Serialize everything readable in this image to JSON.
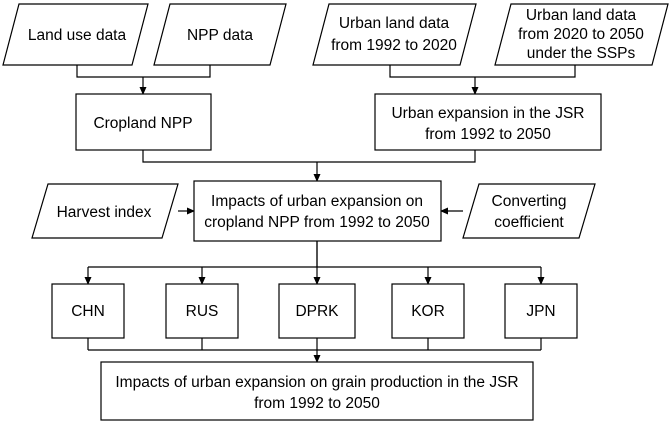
{
  "inputs": {
    "land_use": "Land use data",
    "npp": "NPP data",
    "urban_hist": [
      "Urban land data",
      "from 1992 to 2020"
    ],
    "urban_ssp": [
      "Urban land data",
      "from 2020 to 2050",
      "under the SSPs"
    ],
    "harvest_index": "Harvest index",
    "converting": [
      "Converting",
      "coefficient"
    ]
  },
  "process": {
    "cropland_npp": "Cropland NPP",
    "urban_expansion": [
      "Urban expansion in the JSR",
      "from 1992 to 2050"
    ],
    "impacts_npp": [
      "Impacts of urban expansion on",
      "cropland NPP from 1992 to 2050"
    ]
  },
  "countries": [
    "CHN",
    "RUS",
    "DPRK",
    "KOR",
    "JPN"
  ],
  "output": {
    "impacts_grain": [
      "Impacts of urban expansion on grain production in the JSR",
      "from 1992 to 2050"
    ]
  }
}
